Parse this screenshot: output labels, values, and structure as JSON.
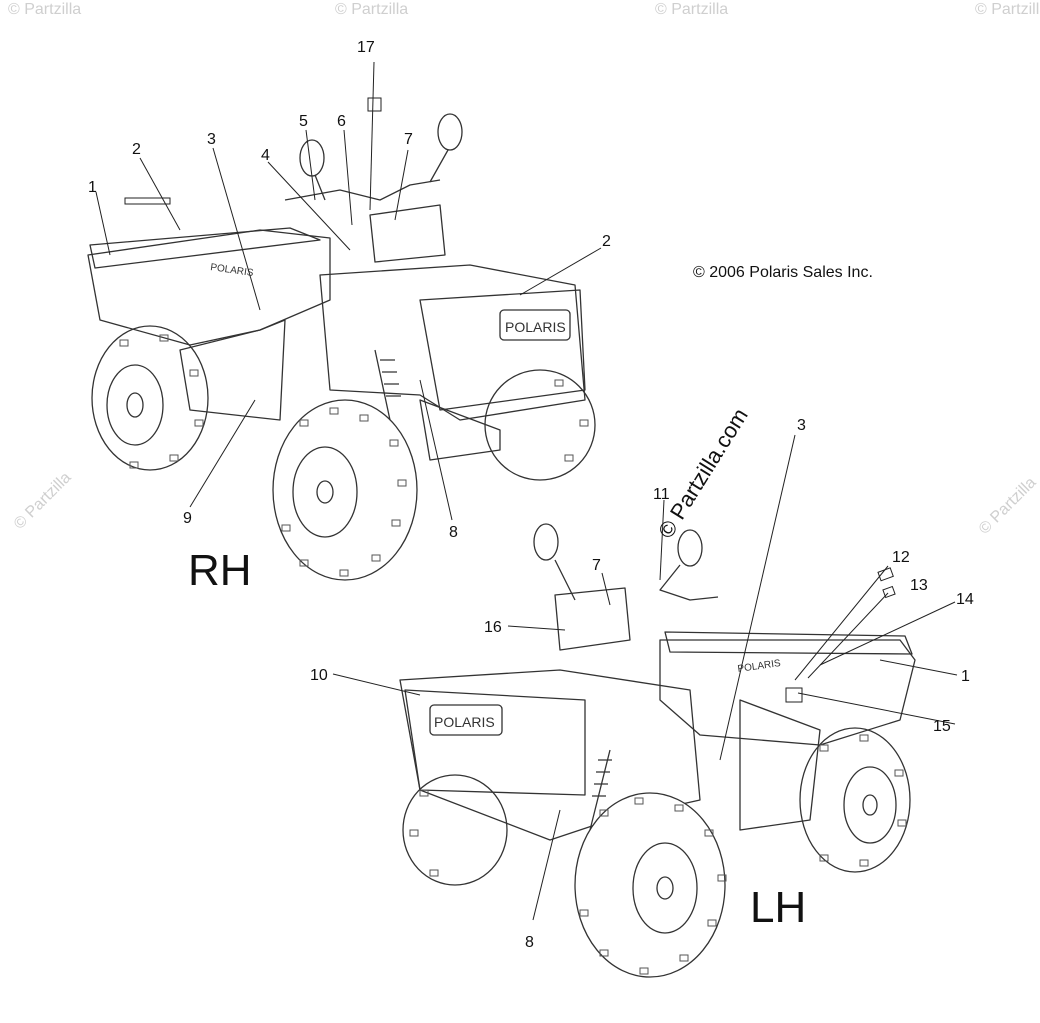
{
  "copyright": "© 2006 Polaris Sales Inc.",
  "watermark": "© Partzilla.com",
  "faint_watermark": "© Partzilla",
  "views": {
    "rh": {
      "label": "RH",
      "brand": "POLARIS"
    },
    "lh": {
      "label": "LH",
      "brand": "POLARIS"
    }
  },
  "callouts": {
    "rh": [
      {
        "id": "rh-1",
        "label": "1"
      },
      {
        "id": "rh-2a",
        "label": "2"
      },
      {
        "id": "rh-3",
        "label": "3"
      },
      {
        "id": "rh-4",
        "label": "4"
      },
      {
        "id": "rh-5",
        "label": "5"
      },
      {
        "id": "rh-6",
        "label": "6"
      },
      {
        "id": "rh-17",
        "label": "17"
      },
      {
        "id": "rh-7",
        "label": "7"
      },
      {
        "id": "rh-2b",
        "label": "2"
      },
      {
        "id": "rh-9",
        "label": "9"
      },
      {
        "id": "rh-8",
        "label": "8"
      }
    ],
    "lh": [
      {
        "id": "lh-3",
        "label": "3"
      },
      {
        "id": "lh-11",
        "label": "11"
      },
      {
        "id": "lh-7",
        "label": "7"
      },
      {
        "id": "lh-16",
        "label": "16"
      },
      {
        "id": "lh-10",
        "label": "10"
      },
      {
        "id": "lh-12",
        "label": "12"
      },
      {
        "id": "lh-13",
        "label": "13"
      },
      {
        "id": "lh-14",
        "label": "14"
      },
      {
        "id": "lh-1",
        "label": "1"
      },
      {
        "id": "lh-15",
        "label": "15"
      },
      {
        "id": "lh-8",
        "label": "8"
      }
    ]
  }
}
